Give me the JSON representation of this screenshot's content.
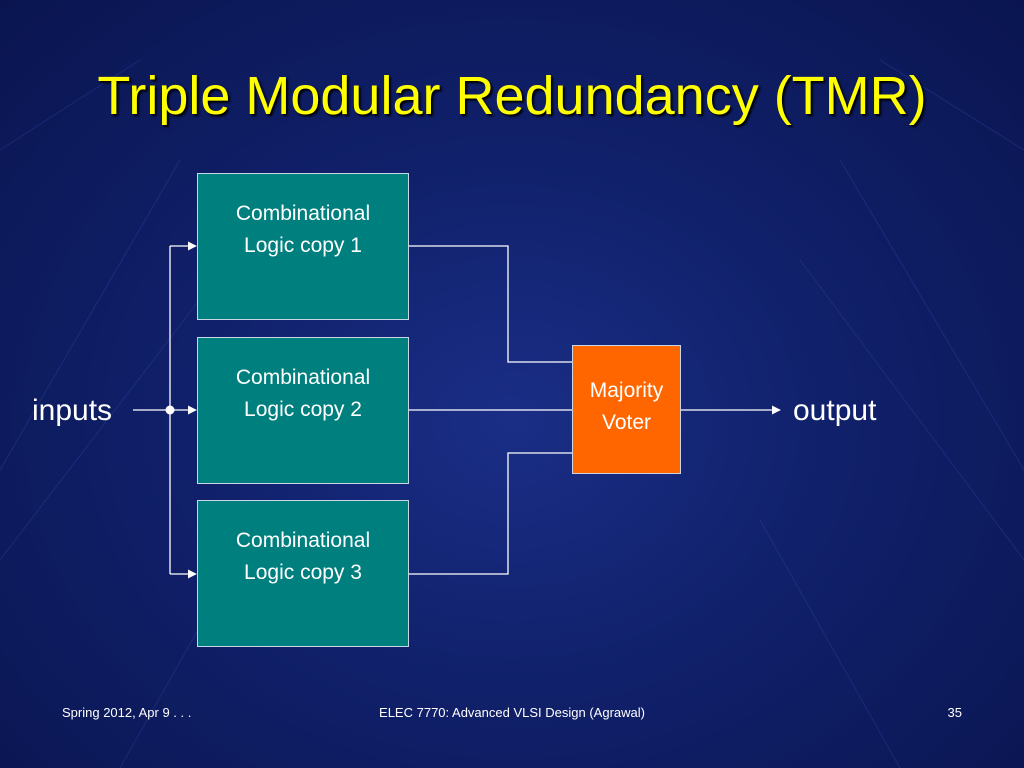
{
  "slide": {
    "title": "Triple Modular Redundancy (TMR)"
  },
  "diagram": {
    "input_label": "inputs",
    "output_label": "output",
    "logic_copies": [
      {
        "line1": "Combinational",
        "line2": "Logic copy 1"
      },
      {
        "line1": "Combinational",
        "line2": "Logic copy 2"
      },
      {
        "line1": "Combinational",
        "line2": "Logic copy 3"
      }
    ],
    "voter": {
      "line1": "Majority",
      "line2": "Voter"
    },
    "colors": {
      "logic_fill": "#007f7f",
      "voter_fill": "#ff6600",
      "title_color": "#ffff00",
      "wire_color": "#ffffff"
    }
  },
  "footer": {
    "left": "Spring 2012, Apr 9 . . .",
    "center": "ELEC 7770: Advanced VLSI Design (Agrawal)",
    "page_number": "35"
  }
}
